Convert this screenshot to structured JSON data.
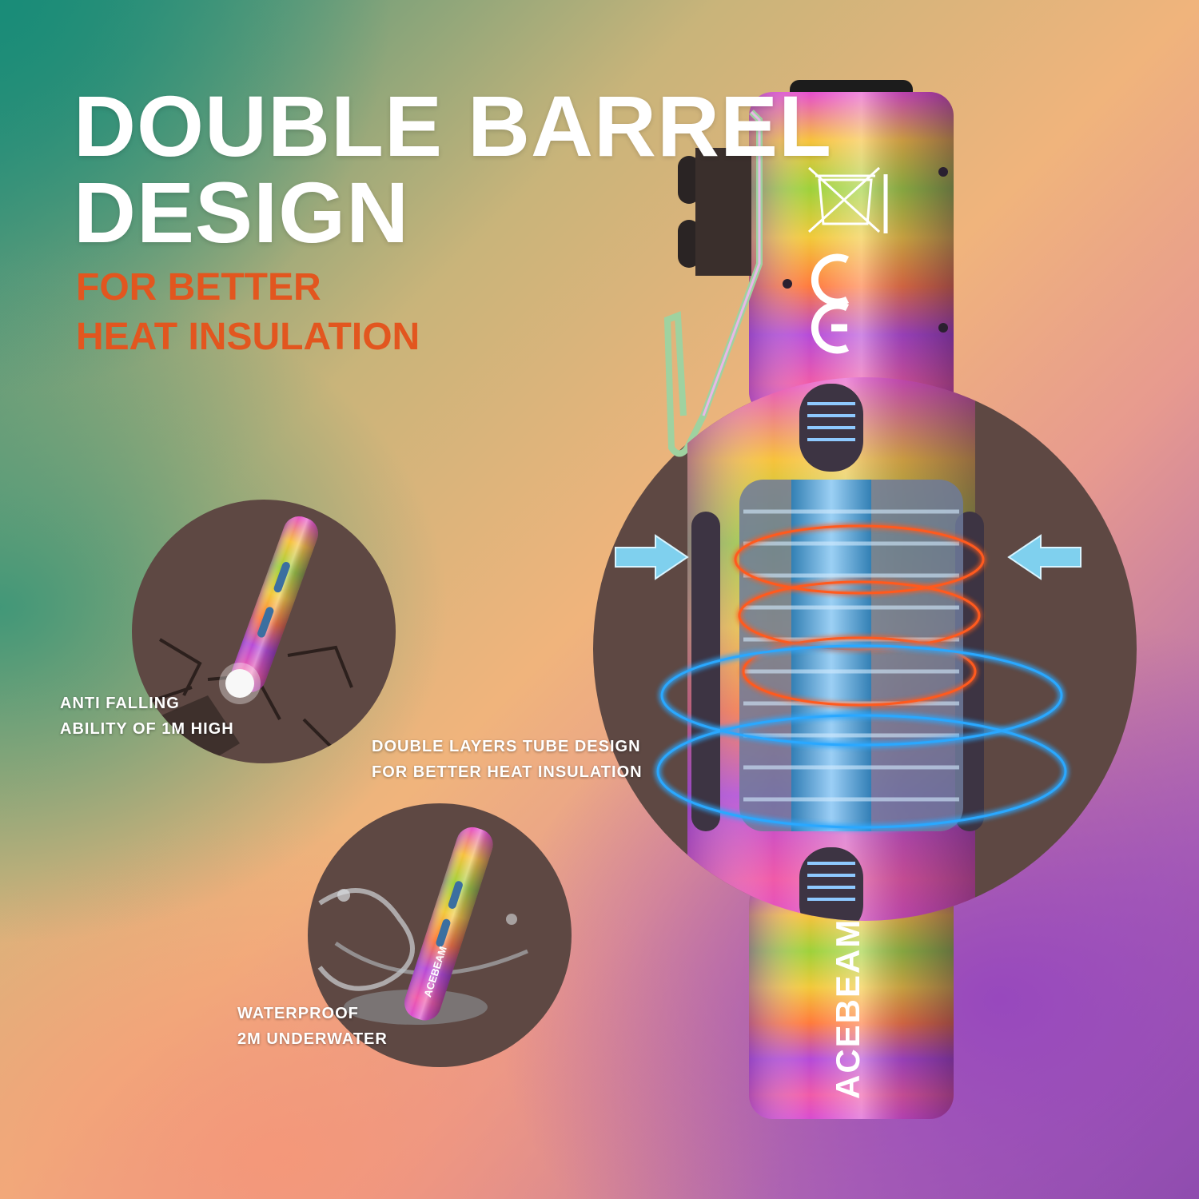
{
  "title": [
    "DOUBLE BARREL",
    "DESIGN"
  ],
  "subtitle": [
    "FOR BETTER",
    "HEAT INSULATION"
  ],
  "features": {
    "anti_falling": [
      "ANTI FALLING",
      "ABILITY OF 1M HIGH"
    ],
    "double_layers": [
      "DOUBLE LAYERS TUBE DESIGN",
      "FOR BETTER HEAT INSULATION"
    ],
    "waterproof": [
      "WATERPROOF",
      "2M UNDERWATER"
    ]
  },
  "product": {
    "brand_engraving": "ACEBEAM",
    "small_brand_engraving": "ACEBEAM"
  },
  "colors": {
    "title": "#ffffff",
    "subtitle": "#e2561f",
    "circle_bg": "#5e4843",
    "heat_ring": "#ff5a1e",
    "cool_ring": "#2aa8ff",
    "arrow": "#7fd0ee"
  },
  "icons": [
    "arrow-right-icon",
    "arrow-left-icon",
    "weee-bin-icon",
    "ce-mark-icon"
  ]
}
